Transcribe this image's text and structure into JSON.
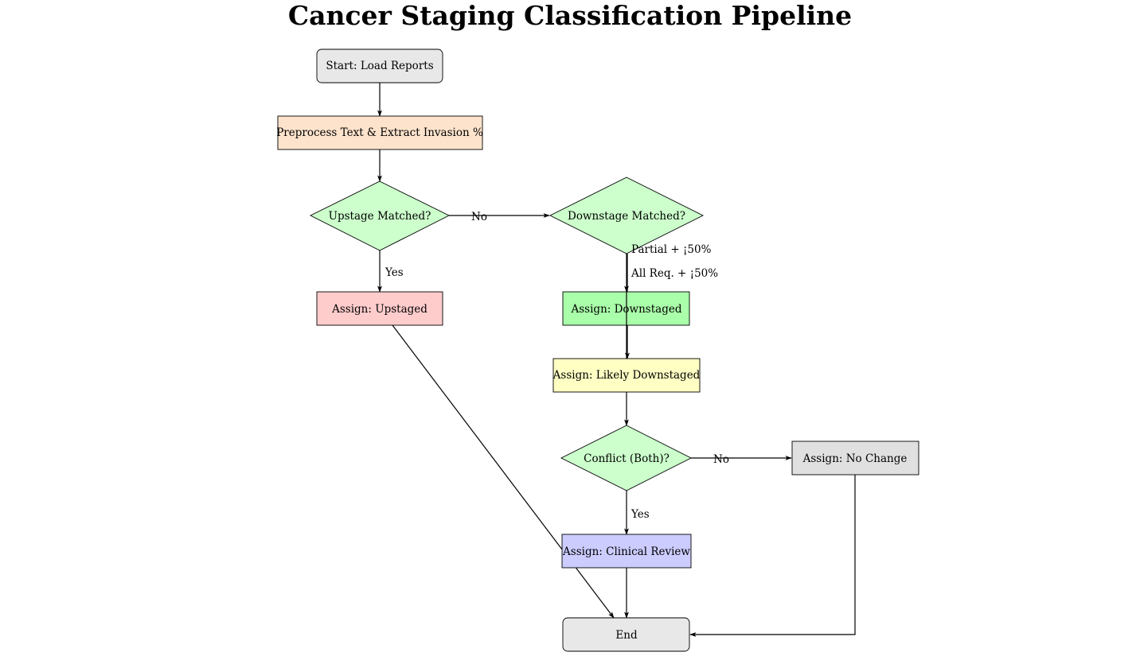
{
  "diagram": {
    "title": "Cancer Staging Classification Pipeline",
    "nodes": {
      "start": {
        "label": "Start: Load Reports",
        "color": "#e8e8e8",
        "shape": "rounded-rect"
      },
      "preprocess": {
        "label": "Preprocess Text & Extract Invasion %",
        "color": "#fde3cc",
        "shape": "rect"
      },
      "upstage_decision": {
        "label": "Upstage Matched?",
        "color": "#ccffcc",
        "shape": "diamond"
      },
      "downstage_decision": {
        "label": "Downstage Matched?",
        "color": "#ccffcc",
        "shape": "diamond"
      },
      "assign_upstaged": {
        "label": "Assign: Upstaged",
        "color": "#ffcccc",
        "shape": "rect"
      },
      "assign_downstaged": {
        "label": "Assign: Downstaged",
        "color": "#aaffaa",
        "shape": "rect"
      },
      "assign_likely_downstaged": {
        "label": "Assign: Likely Downstaged",
        "color": "#ffffc4",
        "shape": "rect"
      },
      "conflict_decision": {
        "label": "Conflict (Both)?",
        "color": "#ccffcc",
        "shape": "diamond"
      },
      "assign_no_change": {
        "label": "Assign: No Change",
        "color": "#e0e0e0",
        "shape": "rect"
      },
      "assign_clinical_review": {
        "label": "Assign: Clinical Review",
        "color": "#ccccff",
        "shape": "rect"
      },
      "end": {
        "label": "End",
        "color": "#e8e8e8",
        "shape": "rounded-rect"
      }
    },
    "edge_labels": {
      "upstage_no": "No",
      "upstage_yes": "Yes",
      "downstage_partial": "Partial + ¡50%",
      "downstage_all_req": "All Req. + ¡50%",
      "conflict_no": "No",
      "conflict_yes": "Yes"
    }
  }
}
